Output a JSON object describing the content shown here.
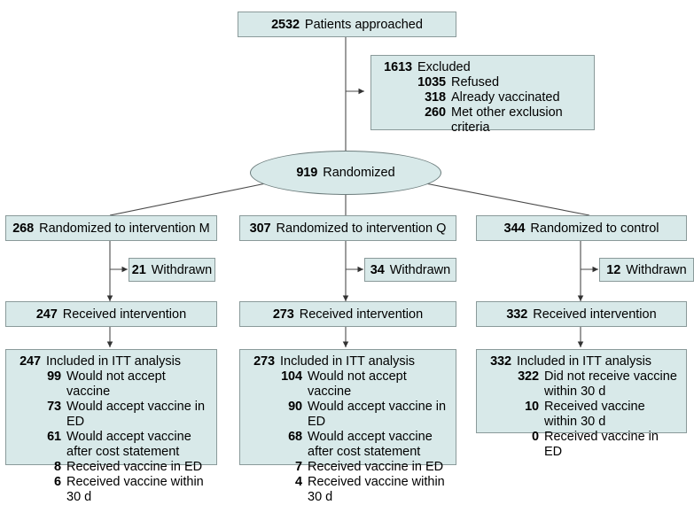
{
  "figure": {
    "type": "consort-flow-diagram",
    "colors": {
      "box_fill": "#d8e9e9",
      "box_border": "#8a9a9a",
      "line": "#4a4a4a",
      "text": "#000000"
    }
  },
  "enrollment": {
    "approached": {
      "n": "2532",
      "label": "Patients approached"
    },
    "excluded": {
      "n": "1613",
      "label": "Excluded",
      "reasons": [
        {
          "n": "1035",
          "label": "Refused"
        },
        {
          "n": "318",
          "label": "Already vaccinated"
        },
        {
          "n": "260",
          "label": "Met other exclusion criteria"
        }
      ]
    },
    "randomized": {
      "n": "919",
      "label": "Randomized"
    }
  },
  "arms": [
    {
      "id": "intervention-m",
      "allocation": {
        "n": "268",
        "label": "Randomized to intervention M"
      },
      "withdrawn": {
        "n": "21",
        "label": "Withdrawn"
      },
      "received": {
        "n": "247",
        "label": "Received intervention"
      },
      "analysis": {
        "n": "247",
        "label": "Included in ITT analysis",
        "items": [
          {
            "n": "99",
            "label": "Would not accept vaccine"
          },
          {
            "n": "73",
            "label": "Would accept vaccine in ED"
          },
          {
            "n": "61",
            "label": "Would accept vaccine after cost statement"
          },
          {
            "n": "8",
            "label": "Received vaccine in ED"
          },
          {
            "n": "6",
            "label": "Received vaccine within 30 d"
          }
        ]
      }
    },
    {
      "id": "intervention-q",
      "allocation": {
        "n": "307",
        "label": "Randomized to intervention Q"
      },
      "withdrawn": {
        "n": "34",
        "label": "Withdrawn"
      },
      "received": {
        "n": "273",
        "label": "Received intervention"
      },
      "analysis": {
        "n": "273",
        "label": "Included in ITT analysis",
        "items": [
          {
            "n": "104",
            "label": "Would not accept vaccine"
          },
          {
            "n": "90",
            "label": "Would accept vaccine in ED"
          },
          {
            "n": "68",
            "label": "Would accept vaccine after cost statement"
          },
          {
            "n": "7",
            "label": "Received vaccine in ED"
          },
          {
            "n": "4",
            "label": "Received vaccine within 30 d"
          }
        ]
      }
    },
    {
      "id": "control",
      "allocation": {
        "n": "344",
        "label": "Randomized to control"
      },
      "withdrawn": {
        "n": "12",
        "label": "Withdrawn"
      },
      "received": {
        "n": "332",
        "label": "Received intervention"
      },
      "analysis": {
        "n": "332",
        "label": "Included in ITT analysis",
        "items": [
          {
            "n": "322",
            "label": "Did not receive vaccine within 30 d"
          },
          {
            "n": "10",
            "label": "Received vaccine within 30 d"
          },
          {
            "n": "0",
            "label": "Received vaccine in ED"
          }
        ]
      }
    }
  ]
}
